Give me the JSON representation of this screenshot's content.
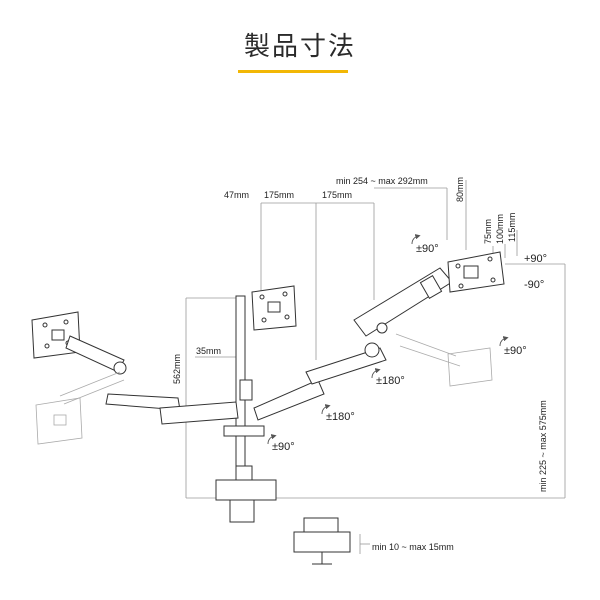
{
  "header": {
    "title": "製品寸法"
  },
  "dimensions": {
    "pole_offset": "47mm",
    "arm_a": "175mm",
    "arm_b": "175mm",
    "span": "min 254 ~ max 292mm",
    "vesa_80": "80mm",
    "vesa_75": "75mm",
    "vesa_100": "100mm",
    "vesa_115": "115mm",
    "pole_depth": "35mm",
    "pole_height": "562mm",
    "height_range": "min 225 ~ max 575mm",
    "clamp_range": "min 10 ~ max 15mm"
  },
  "angles": {
    "tilt_up": "+90°",
    "tilt_down": "-90°",
    "rotate_top": "±90°",
    "rotate_right": "±90°",
    "rotate_base": "±90°",
    "swivel_upper": "±180°",
    "swivel_lower": "±180°"
  },
  "colors": {
    "line": "#333333",
    "guide": "#9a9a9a",
    "accent": "#f2b705"
  }
}
